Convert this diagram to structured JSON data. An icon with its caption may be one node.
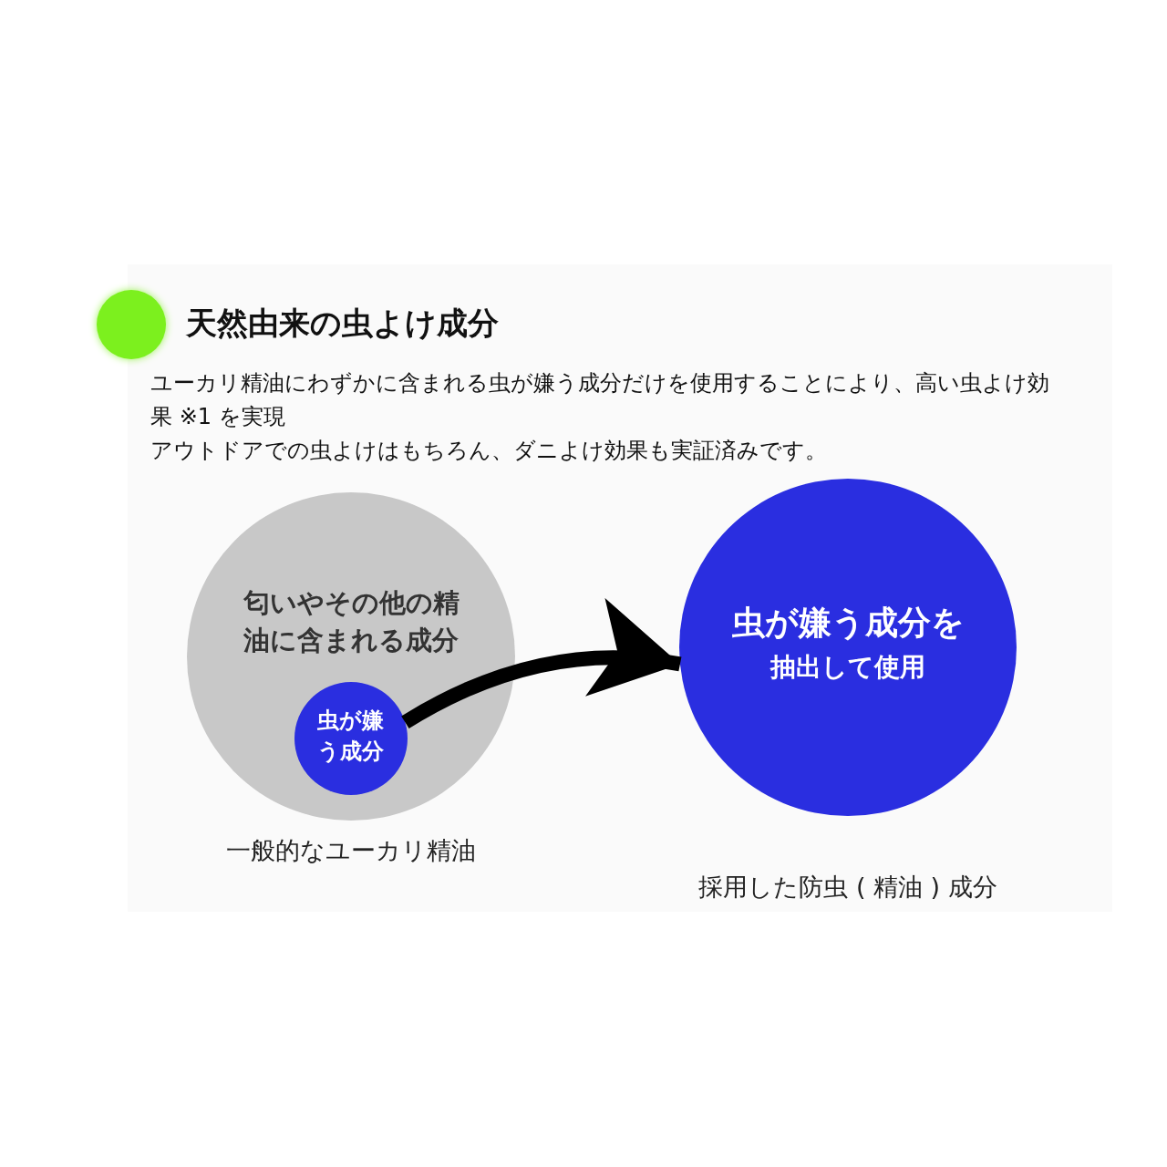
{
  "diagram": {
    "title": "天然由来の虫よけ成分",
    "nodes": [
      {
        "text": [
          "匂いやその他の精油に含まれる成分"
        ],
        "beside": [
          "一般的なユーカリ精油"
        ]
      },
      {
        "text": [
          "虫が嫌う成分"
        ],
        "in": 0
      },
      {
        "text": [
          "虫が嫌う成分を",
          "抽出して使用"
        ],
        "beside": [
          "採用した防虫 ( 精油 ) 成分"
        ]
      }
    ],
    "edges": [
      {
        "from": 1,
        "to": 2,
        "arrow": "to"
      }
    ],
    "labels": [
      "ユーカリ精油にわずかに含まれる虫が嫌う成分だけを使用することにより、高い虫よけ効果 ※1 を実現",
      "アウトドアでの虫よけはもちろん、ダニよけ効果も実証済みです。"
    ]
  }
}
